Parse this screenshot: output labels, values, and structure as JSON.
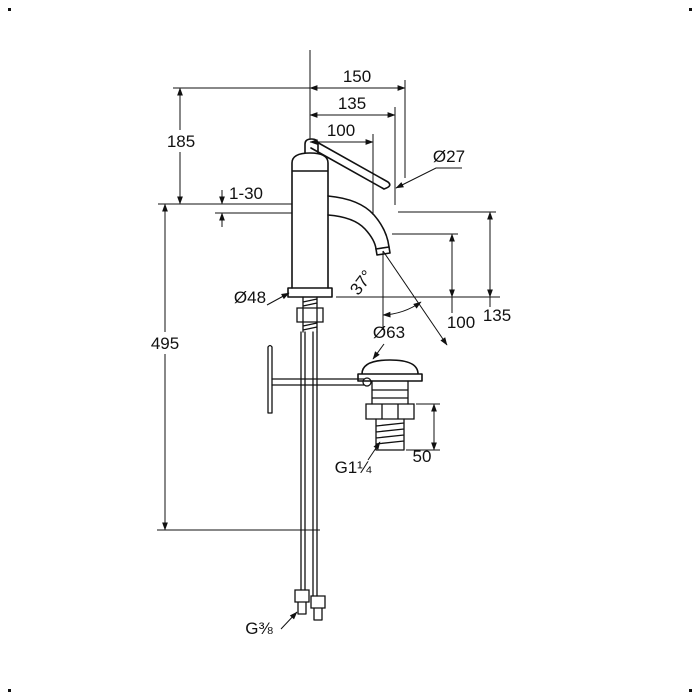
{
  "page": {
    "background": "#ffffff",
    "line_color": "#111111",
    "drawing_type": "technical dimension drawing of single-lever basin mixer with pop-up waste"
  },
  "labels": {
    "reach_150": "150",
    "reach_135": "135",
    "reach_100": "100",
    "height_185": "185",
    "deck_range_1_30": "1-30",
    "lever_dia_27": "Ø27",
    "base_dia_48": "Ø48",
    "length_495": "495",
    "spray_angle_37": "37°",
    "outlet_height_100": "100",
    "outlet_height_135": "135",
    "waste_dia_63": "Ø63",
    "waste_height_50": "50",
    "waste_thread": "G1¼",
    "supply_thread": "G⅜"
  }
}
